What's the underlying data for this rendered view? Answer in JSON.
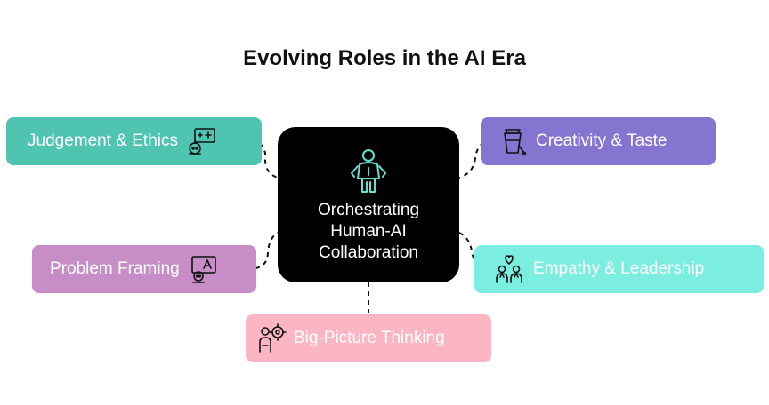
{
  "title": "Evolving Roles in the AI Era",
  "hub": {
    "label": "Orchestrating\nHuman-AI\nCollaboration",
    "icon": "humanoid-robot-icon"
  },
  "roles": [
    {
      "id": "judgement",
      "label": "Judgement & Ethics",
      "icon": "robot-scales-icon",
      "color": "#4fc4b1"
    },
    {
      "id": "creativity",
      "label": "Creativity & Taste",
      "icon": "drink-cup-icon",
      "color": "#8675d0"
    },
    {
      "id": "problem",
      "label": "Problem Framing",
      "icon": "ai-screen-robot-icon",
      "color": "#c68dc7"
    },
    {
      "id": "empathy",
      "label": "Empathy & Leadership",
      "icon": "people-heart-icon",
      "color": "#7ceee0"
    },
    {
      "id": "bigpicture",
      "label": "Big-Picture Thinking",
      "icon": "person-target-icon",
      "color": "#fbb5c3"
    }
  ]
}
